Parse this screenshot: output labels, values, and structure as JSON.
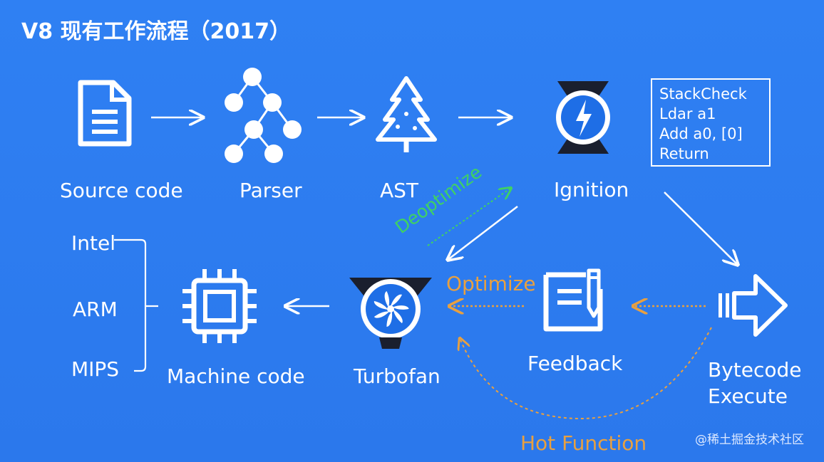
{
  "title": "V8 现有工作流程（2017）",
  "nodes": {
    "source_code": "Source code",
    "parser": "Parser",
    "ast": "AST",
    "ignition": "Ignition",
    "bytecode_execute_line1": "Bytecode",
    "bytecode_execute_line2": "Execute",
    "feedback": "Feedback",
    "turbofan": "Turbofan",
    "machine_code": "Machine code"
  },
  "architectures": [
    "Intel",
    "ARM",
    "MIPS"
  ],
  "bytecode": [
    "StackCheck",
    "Ldar a1",
    "Add a0, [0]",
    "Return"
  ],
  "edge_labels": {
    "deoptimize": "Deoptimize",
    "optimize": "Optimize",
    "hot_function": "Hot Function"
  },
  "watermark": "@稀土掘金技术社区",
  "colors": {
    "background": "#2d7cf0",
    "foreground": "#ffffff",
    "deoptimize": "#3fd164",
    "optimize": "#e8a040",
    "icon_accent": "#1e6ee6"
  }
}
